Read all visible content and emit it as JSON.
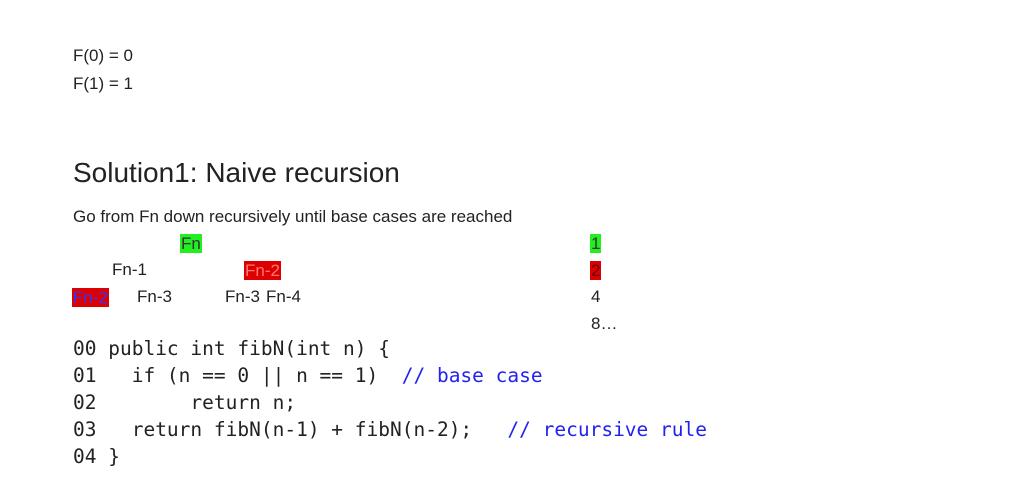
{
  "definitions": [
    "F(0) = 0",
    "F(1) = 1"
  ],
  "heading": "Solution1: Naive recursion",
  "description": "Go from Fn down recursively until base cases are reached",
  "tree": {
    "root": "Fn",
    "level1_left": "Fn-1",
    "level1_right": "Fn-2",
    "level2_a": "Fn-2",
    "level2_b": "Fn-3",
    "level2_c": "Fn-3",
    "level2_d": "Fn-4"
  },
  "counts": [
    "1",
    "2",
    "4",
    "8…"
  ],
  "colors": {
    "green_highlight": "#22ee22",
    "red_highlight": "#dd0000",
    "comment": "#2222ee"
  },
  "code": [
    {
      "num": "00",
      "text": "public int fibN(int n) {",
      "comment": ""
    },
    {
      "num": "01",
      "text": "  if (n == 0 || n == 1)  ",
      "comment": "// base case"
    },
    {
      "num": "02",
      "text": "       return n;",
      "comment": ""
    },
    {
      "num": "03",
      "text": "  return fibN(n-1) + fibN(n-2);   ",
      "comment": "// recursive rule"
    },
    {
      "num": "04",
      "text": "}",
      "comment": ""
    }
  ]
}
